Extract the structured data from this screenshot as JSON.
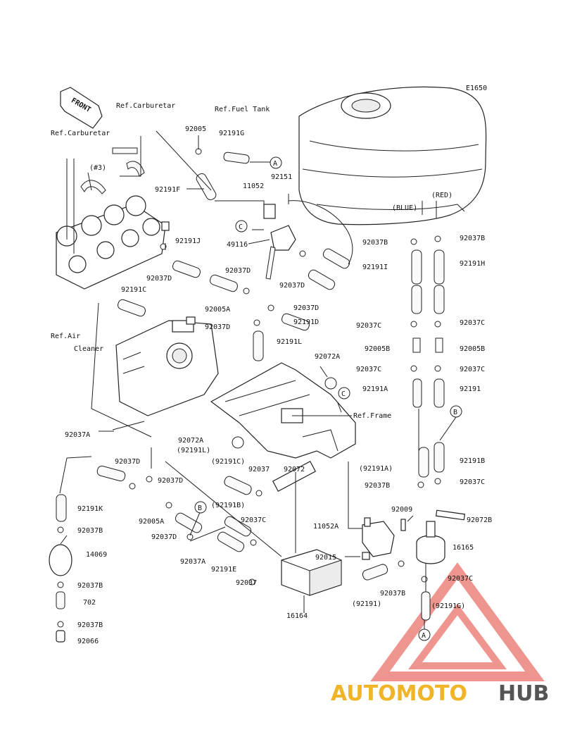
{
  "diagram_code": "E1650",
  "front_label": "FRONT",
  "refs": {
    "carburetor_top": "Ref.Carburetar",
    "carburetor_left": "Ref.Carburetar",
    "fuel_tank": "Ref.Fuel Tank",
    "air_cleaner_1": "Ref.Air",
    "air_cleaner_2": "Cleaner",
    "frame": "Ref.Frame",
    "cyl3": "(#3)",
    "red": "(RED)",
    "blue": "(BLUE)"
  },
  "markers": [
    "A",
    "B",
    "C"
  ],
  "parts": [
    {
      "id": "p01",
      "text": "92005"
    },
    {
      "id": "p02",
      "text": "92191G"
    },
    {
      "id": "p03",
      "text": "92151"
    },
    {
      "id": "p04",
      "text": "11052"
    },
    {
      "id": "p05",
      "text": "92191F"
    },
    {
      "id": "p06",
      "text": "92191J"
    },
    {
      "id": "p07",
      "text": "49116"
    },
    {
      "id": "p08",
      "text": "92037D"
    },
    {
      "id": "p09",
      "text": "92191C"
    },
    {
      "id": "p10",
      "text": "92037D"
    },
    {
      "id": "p11",
      "text": "92037D"
    },
    {
      "id": "p12",
      "text": "92005A"
    },
    {
      "id": "p13",
      "text": "92037D"
    },
    {
      "id": "p14",
      "text": "92037D"
    },
    {
      "id": "p15",
      "text": "92191D"
    },
    {
      "id": "p16",
      "text": "92191L"
    },
    {
      "id": "p17",
      "text": "92072A"
    },
    {
      "id": "p18",
      "text": "92037B"
    },
    {
      "id": "p19",
      "text": "92037B"
    },
    {
      "id": "p20",
      "text": "92191I"
    },
    {
      "id": "p21",
      "text": "92191H"
    },
    {
      "id": "p22",
      "text": "92037C"
    },
    {
      "id": "p23",
      "text": "92037C"
    },
    {
      "id": "p24",
      "text": "92005B"
    },
    {
      "id": "p25",
      "text": "92005B"
    },
    {
      "id": "p26",
      "text": "92037C"
    },
    {
      "id": "p27",
      "text": "92037C"
    },
    {
      "id": "p28",
      "text": "92191A"
    },
    {
      "id": "p29",
      "text": "92191"
    },
    {
      "id": "p30",
      "text": "92037A"
    },
    {
      "id": "p31",
      "text": "92072A"
    },
    {
      "id": "p32",
      "text": "(92191L)"
    },
    {
      "id": "p33",
      "text": "92037D"
    },
    {
      "id": "p34",
      "text": "(92191C)"
    },
    {
      "id": "p35",
      "text": "92037"
    },
    {
      "id": "p36",
      "text": "92072"
    },
    {
      "id": "p37",
      "text": "92037D"
    },
    {
      "id": "p38",
      "text": "(92191A)"
    },
    {
      "id": "p39",
      "text": "92191B"
    },
    {
      "id": "p40",
      "text": "92037B"
    },
    {
      "id": "p41",
      "text": "92037C"
    },
    {
      "id": "p42",
      "text": "92191K"
    },
    {
      "id": "p43",
      "text": "(92191B)"
    },
    {
      "id": "p44",
      "text": "92009"
    },
    {
      "id": "p45",
      "text": "92072B"
    },
    {
      "id": "p46",
      "text": "92005A"
    },
    {
      "id": "p47",
      "text": "92037C"
    },
    {
      "id": "p48",
      "text": "11052A"
    },
    {
      "id": "p49",
      "text": "92037B"
    },
    {
      "id": "p50",
      "text": "92037D"
    },
    {
      "id": "p51",
      "text": "16165"
    },
    {
      "id": "p52",
      "text": "14069"
    },
    {
      "id": "p53",
      "text": "92037A"
    },
    {
      "id": "p54",
      "text": "92191E"
    },
    {
      "id": "p55",
      "text": "92015"
    },
    {
      "id": "p56",
      "text": "92037"
    },
    {
      "id": "p57",
      "text": "92037B"
    },
    {
      "id": "p58",
      "text": "92037C"
    },
    {
      "id": "p59",
      "text": "92037B"
    },
    {
      "id": "p60",
      "text": "702"
    },
    {
      "id": "p61",
      "text": "(92191)"
    },
    {
      "id": "p62",
      "text": "(92191G)"
    },
    {
      "id": "p63",
      "text": "16164"
    },
    {
      "id": "p64",
      "text": "92037B"
    },
    {
      "id": "p65",
      "text": "92066"
    }
  ],
  "watermark": {
    "part1": "AUTOMOTO",
    "part2": "HUB",
    "color1": "#f0b429",
    "color2": "#555555",
    "triangle": "#e8726a"
  }
}
